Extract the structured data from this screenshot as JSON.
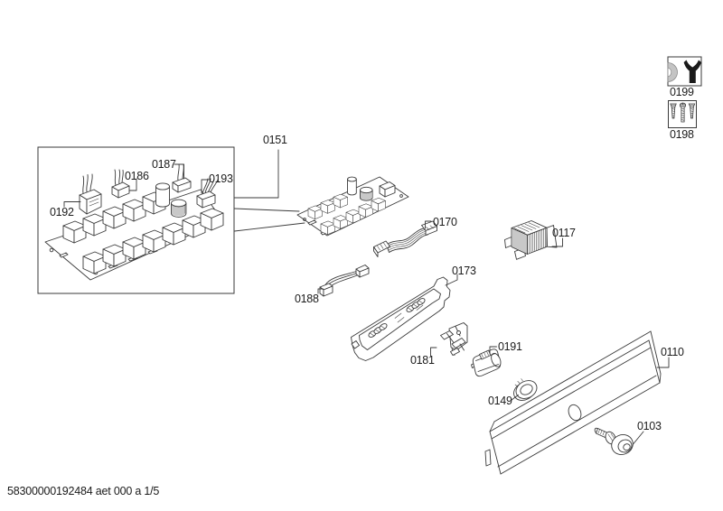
{
  "page": {
    "footer": "58300000192484 aet 000 a 1/5"
  },
  "parts": {
    "p0103": "0103",
    "p0110": "0110",
    "p0117": "0117",
    "p0149": "0149",
    "p0151": "0151",
    "p0170": "0170",
    "p0173": "0173",
    "p0181": "0181",
    "p0186": "0186",
    "p0187": "0187",
    "p0188": "0188",
    "p0191": "0191",
    "p0192": "0192",
    "p0193": "0193"
  },
  "legend": {
    "tools_item": {
      "label": "0199",
      "icon": "wrench-service-icon"
    },
    "screws_item": {
      "label": "0198",
      "icon": "screws-icon"
    }
  },
  "colors": {
    "line": "#3a3a3a",
    "icon_black": "#1a1a1a",
    "icon_gray": "#c4c4c4",
    "background": "#ffffff"
  }
}
